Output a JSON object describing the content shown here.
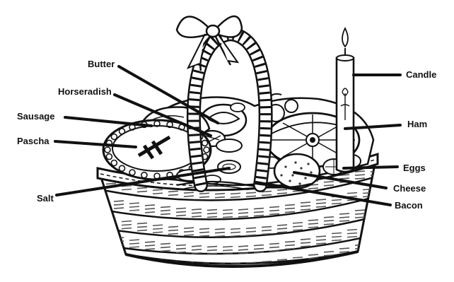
{
  "colors": {
    "ink": "#111111",
    "paper": "#ffffff",
    "weave_shade": "#666666"
  },
  "labels": {
    "butter": "Butter",
    "horseradish": "Horseradish",
    "sausage": "Sausage",
    "pascha": "Pascha",
    "salt": "Salt",
    "candle": "Candle",
    "ham": "Ham",
    "eggs": "Eggs",
    "cheese": "Cheese",
    "bacon": "Bacon"
  }
}
